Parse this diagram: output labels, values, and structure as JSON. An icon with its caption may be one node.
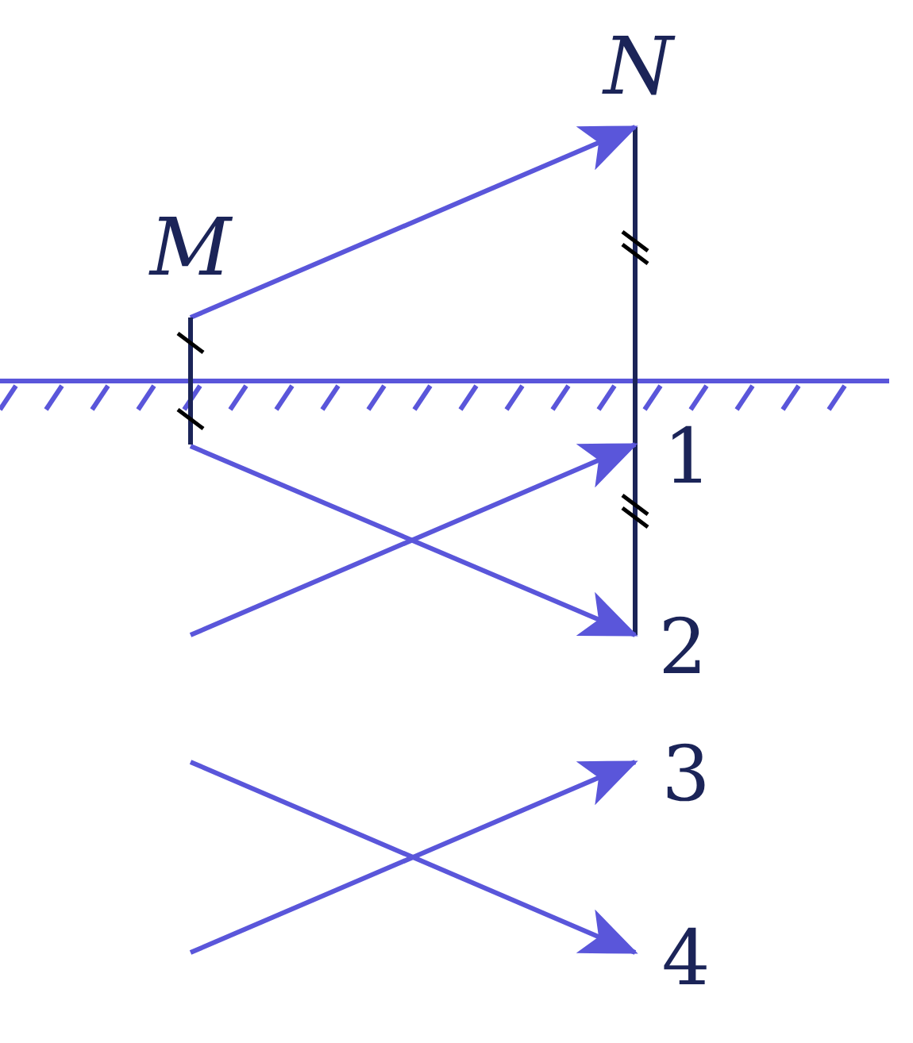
{
  "diagram": {
    "nodes": [
      {
        "text": [
          "M"
        ]
      },
      {
        "text": [
          "N"
        ]
      },
      {
        "text": [
          "1"
        ]
      },
      {
        "text": [
          "2"
        ]
      },
      {
        "text": [
          "3"
        ]
      },
      {
        "text": [
          "4"
        ]
      }
    ],
    "edges": [
      {
        "from": 0,
        "to": 1,
        "arrow": "to"
      },
      {
        "from": 0,
        "to": 3,
        "arrow": "to"
      },
      {
        "from": null,
        "to": 2,
        "arrow": "to"
      },
      {
        "from": null,
        "to": 4,
        "arrow": "to"
      },
      {
        "from": null,
        "to": 5,
        "arrow": "to"
      }
    ]
  }
}
